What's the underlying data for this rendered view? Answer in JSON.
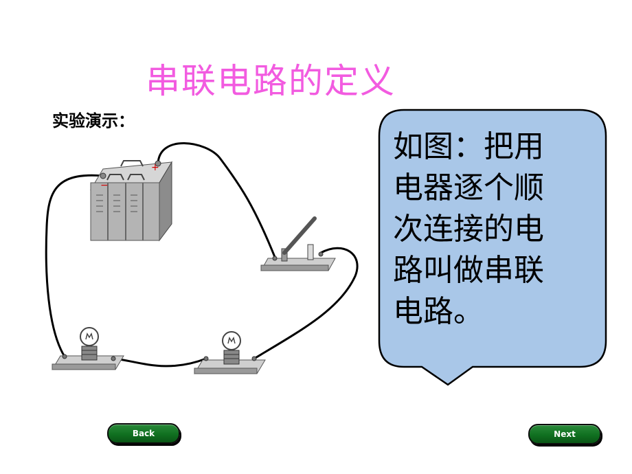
{
  "slide": {
    "title": "串联电路的定义",
    "subtitle": "实验演示：",
    "bubble_text": "如图：把用电器逐个顺次连接的电路叫做串联电路。"
  },
  "battery": {
    "minus_label": "−",
    "plus_label": "+"
  },
  "nav": {
    "back_label": "Back",
    "next_label": "Next"
  },
  "colors": {
    "title": "#f25be0",
    "bubble_fill": "#a9c7e8",
    "button": "#107020"
  }
}
